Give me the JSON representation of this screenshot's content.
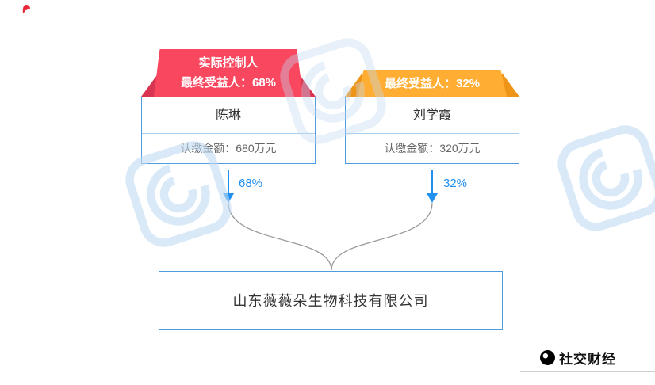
{
  "shareholders": [
    {
      "name": "陈琳",
      "amount": "认缴金额：680万元",
      "ribbon_line1": "实际控制人",
      "ribbon_line2": "最终受益人：68%",
      "arrow_percent": "68%"
    },
    {
      "name": "刘学霞",
      "amount": "认缴金额：320万元",
      "ribbon_line1": "最终受益人：32%",
      "arrow_percent": "32%"
    }
  ],
  "company": {
    "name": "山东薇薇朵生物科技有限公司"
  },
  "footer": {
    "brand": "社交财经"
  },
  "colors": {
    "ribbon_red": "#F8475F",
    "ribbon_red_dark": "#D93552",
    "ribbon_orange": "#FFAD33",
    "ribbon_orange_dark": "#EE9416",
    "node_border_blue": "#4D9BE0",
    "arrow_blue": "#1F8FF0",
    "connector_gray": "#999999",
    "watermark_blue": "#C3DCF3"
  },
  "icons": {
    "watermark": "spiral-logo-watermark-icon",
    "brand_logo": "brand-logo-icon",
    "corner": "red-corner-icon"
  }
}
